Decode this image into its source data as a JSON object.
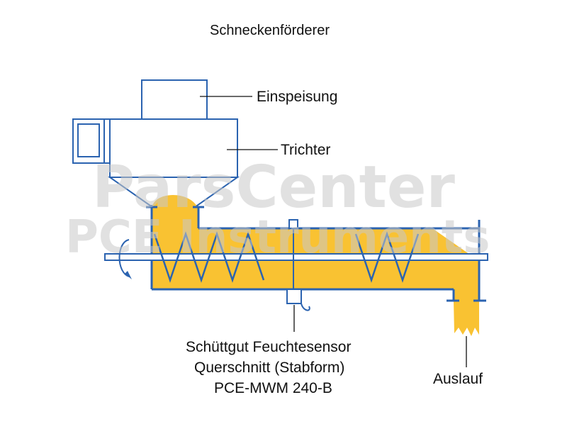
{
  "diagram": {
    "title": "Schneckenförderer",
    "labels": {
      "feed": "Einspeisung",
      "hopper": "Trichter",
      "sensor_line1": "Schüttgut Feuchtesensor",
      "sensor_line2": "Querschnitt (Stabform)",
      "sensor_line3": "PCE-MWM 240-B",
      "outlet": "Auslauf"
    },
    "watermark": {
      "line1": "ParsCenter",
      "line2": "PCE Instruments"
    },
    "colors": {
      "outline": "#2b63b0",
      "material": "#f9c232",
      "background": "#ffffff",
      "watermark": "#c9c9c9"
    }
  }
}
